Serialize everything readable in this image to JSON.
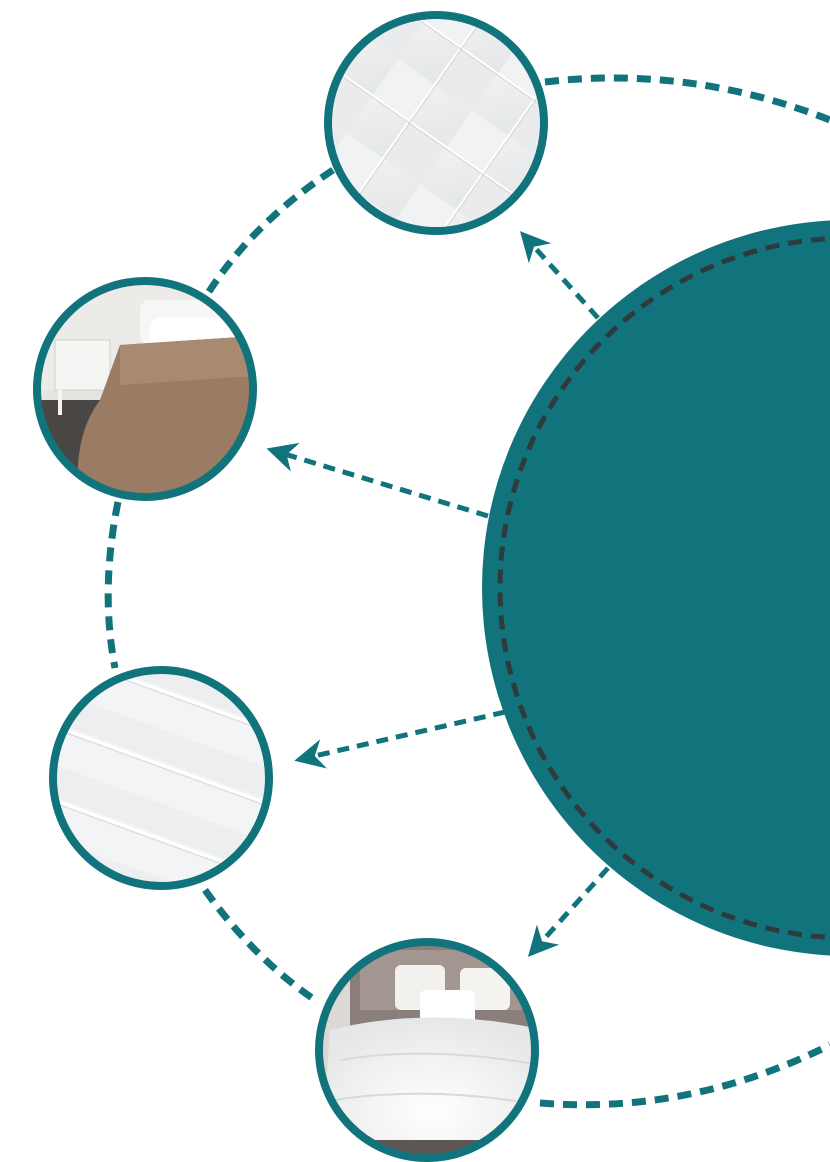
{
  "diagram": {
    "colors": {
      "teal": "#11737c",
      "dash_dark": "#2f3a3d",
      "background": "#ffffff"
    },
    "hub": {
      "label": ""
    },
    "nodes": [
      {
        "id": "node-quilted-top",
        "image": "quilted-white-fabric-photo"
      },
      {
        "id": "node-beige-bedspread",
        "image": "beige-bedspread-bedroom-photo"
      },
      {
        "id": "node-quilted-white",
        "image": "white-quilted-fabric-photo"
      },
      {
        "id": "node-white-duvet-bed",
        "image": "white-duvet-bed-photo"
      }
    ]
  }
}
